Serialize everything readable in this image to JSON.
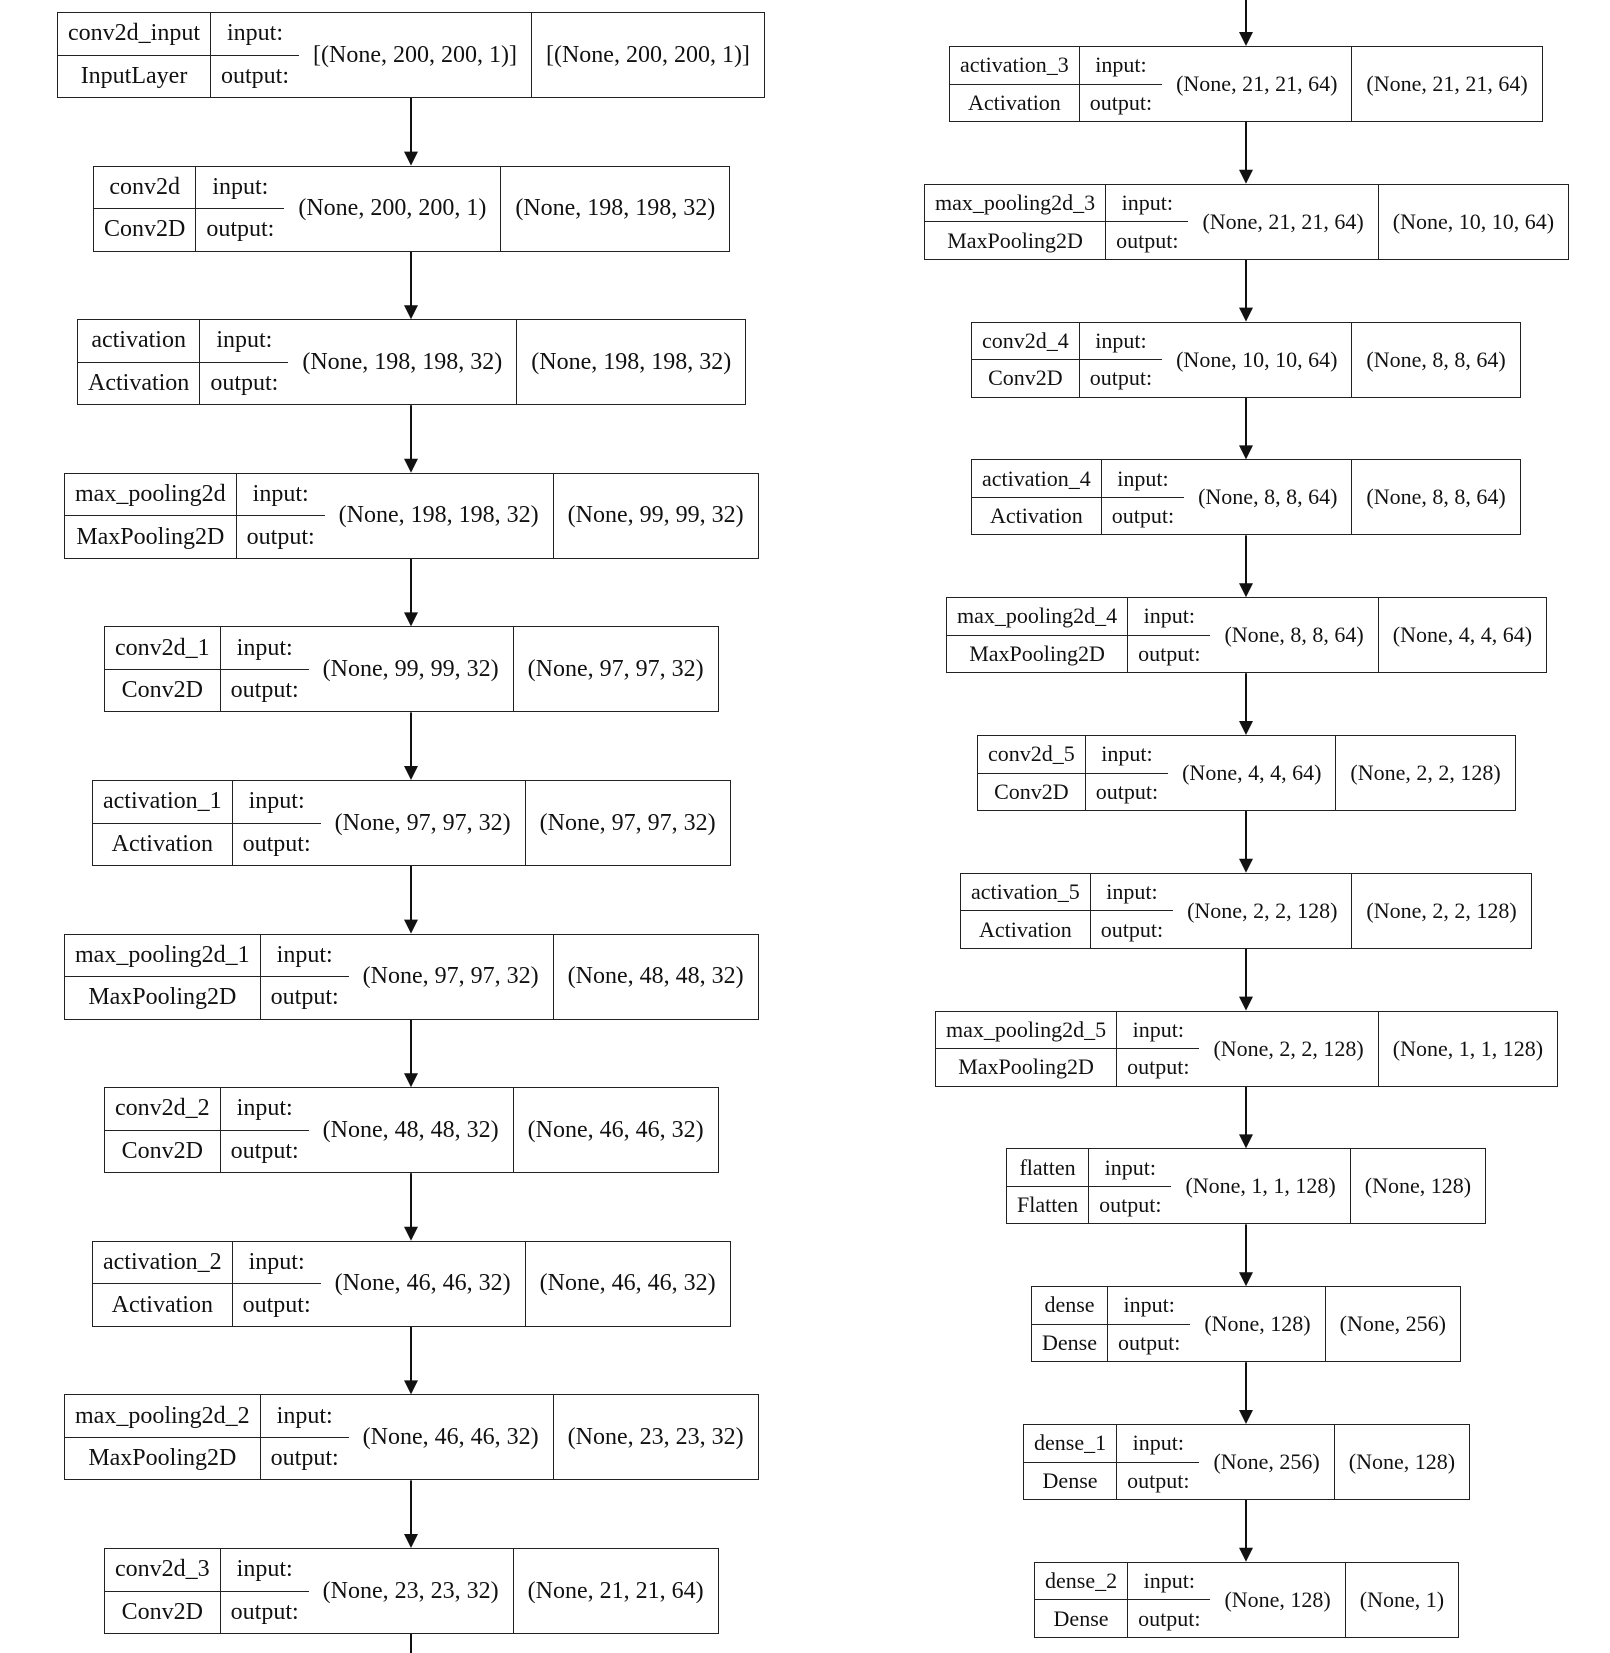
{
  "labels": {
    "input": "input:",
    "output": "output:"
  },
  "left_column": [
    {
      "name": "conv2d_input",
      "type": "InputLayer",
      "input_shape": "[(None, 200, 200, 1)]",
      "output_shape": "[(None, 200, 200, 1)]"
    },
    {
      "name": "conv2d",
      "type": "Conv2D",
      "input_shape": "(None, 200, 200, 1)",
      "output_shape": "(None, 198, 198, 32)"
    },
    {
      "name": "activation",
      "type": "Activation",
      "input_shape": "(None, 198, 198, 32)",
      "output_shape": "(None, 198, 198, 32)"
    },
    {
      "name": "max_pooling2d",
      "type": "MaxPooling2D",
      "input_shape": "(None, 198, 198, 32)",
      "output_shape": "(None, 99, 99, 32)"
    },
    {
      "name": "conv2d_1",
      "type": "Conv2D",
      "input_shape": "(None, 99, 99, 32)",
      "output_shape": "(None, 97, 97, 32)"
    },
    {
      "name": "activation_1",
      "type": "Activation",
      "input_shape": "(None, 97, 97, 32)",
      "output_shape": "(None, 97, 97, 32)"
    },
    {
      "name": "max_pooling2d_1",
      "type": "MaxPooling2D",
      "input_shape": "(None, 97, 97, 32)",
      "output_shape": "(None, 48, 48, 32)"
    },
    {
      "name": "conv2d_2",
      "type": "Conv2D",
      "input_shape": "(None, 48, 48, 32)",
      "output_shape": "(None, 46, 46, 32)"
    },
    {
      "name": "activation_2",
      "type": "Activation",
      "input_shape": "(None, 46, 46, 32)",
      "output_shape": "(None, 46, 46, 32)"
    },
    {
      "name": "max_pooling2d_2",
      "type": "MaxPooling2D",
      "input_shape": "(None, 46, 46, 32)",
      "output_shape": "(None, 23, 23, 32)"
    },
    {
      "name": "conv2d_3",
      "type": "Conv2D",
      "input_shape": "(None, 23, 23, 32)",
      "output_shape": "(None, 21, 21, 64)"
    }
  ],
  "right_column": [
    {
      "name": "activation_3",
      "type": "Activation",
      "input_shape": "(None, 21, 21, 64)",
      "output_shape": "(None, 21, 21, 64)"
    },
    {
      "name": "max_pooling2d_3",
      "type": "MaxPooling2D",
      "input_shape": "(None, 21, 21, 64)",
      "output_shape": "(None, 10, 10, 64)"
    },
    {
      "name": "conv2d_4",
      "type": "Conv2D",
      "input_shape": "(None, 10, 10, 64)",
      "output_shape": "(None, 8, 8, 64)"
    },
    {
      "name": "activation_4",
      "type": "Activation",
      "input_shape": "(None, 8, 8, 64)",
      "output_shape": "(None, 8, 8, 64)"
    },
    {
      "name": "max_pooling2d_4",
      "type": "MaxPooling2D",
      "input_shape": "(None, 8, 8, 64)",
      "output_shape": "(None, 4, 4, 64)"
    },
    {
      "name": "conv2d_5",
      "type": "Conv2D",
      "input_shape": "(None, 4, 4, 64)",
      "output_shape": "(None, 2, 2, 128)"
    },
    {
      "name": "activation_5",
      "type": "Activation",
      "input_shape": "(None, 2, 2, 128)",
      "output_shape": "(None, 2, 2, 128)"
    },
    {
      "name": "max_pooling2d_5",
      "type": "MaxPooling2D",
      "input_shape": "(None, 2, 2, 128)",
      "output_shape": "(None, 1, 1, 128)"
    },
    {
      "name": "flatten",
      "type": "Flatten",
      "input_shape": "(None, 1, 1, 128)",
      "output_shape": "(None, 128)"
    },
    {
      "name": "dense",
      "type": "Dense",
      "input_shape": "(None, 128)",
      "output_shape": "(None, 256)"
    },
    {
      "name": "dense_1",
      "type": "Dense",
      "input_shape": "(None, 256)",
      "output_shape": "(None, 128)"
    },
    {
      "name": "dense_2",
      "type": "Dense",
      "input_shape": "(None, 128)",
      "output_shape": "(None, 1)"
    }
  ]
}
